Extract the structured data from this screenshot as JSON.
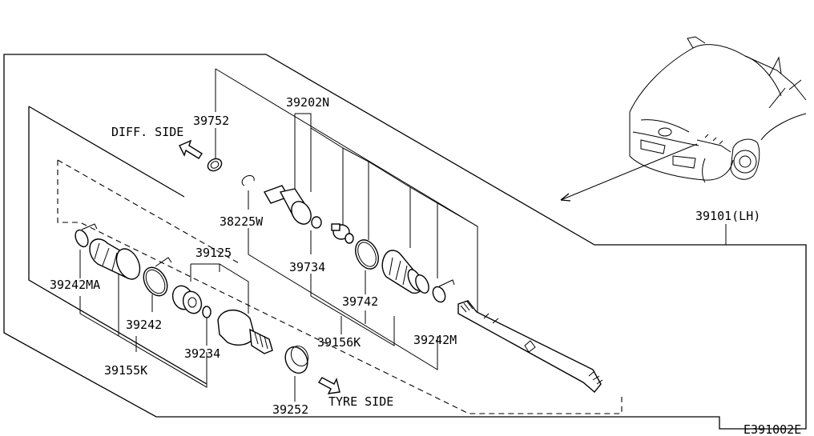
{
  "diagram_code": "E391002E",
  "directions": {
    "diff_side": "DIFF. SIDE",
    "tyre_side": "TYRE SIDE"
  },
  "parts": {
    "p39752": "39752",
    "p39202N": "39202N",
    "p38225W": "38225W",
    "p39734": "39734",
    "p39742": "39742",
    "p39242M": "39242M",
    "p39156K": "39156K",
    "p39125": "39125",
    "p39242MA": "39242MA",
    "p39242": "39242",
    "p39234": "39234",
    "p39155K": "39155K",
    "p39252": "39252",
    "p39101": "39101(LH)"
  }
}
